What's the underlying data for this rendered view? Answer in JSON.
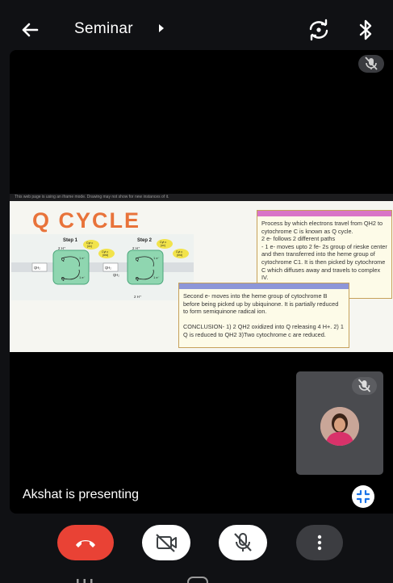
{
  "header": {
    "title": "Seminar",
    "icons": [
      "back-arrow-icon",
      "caret-right-icon",
      "switch-camera-icon",
      "bluetooth-icon"
    ]
  },
  "slide": {
    "browser_notice": "This web page is using an iframe mode. Drawing may not show for new instances of it.",
    "title": "Q CYCLE",
    "diagram": {
      "step1": "Step 1",
      "step2": "Step 2",
      "cyt_c_1": "Cyt c",
      "cyt_c_1b": "(ox)",
      "cyt_c_2": "Cyt c",
      "cyt_c_2b": "(red)",
      "cyt_c_3": "Cyt c",
      "cyt_c_3b": "(ox)",
      "cyt_c_4": "Cyt c",
      "cyt_c_4b": "(red)",
      "two_h_1": "2 H⁺",
      "two_h_2": "2 H⁺",
      "two_h_3": "2 H⁺",
      "qh2_1": "QH₂",
      "qh2_2": "QH₂",
      "qh2_3": "QH₂",
      "q_1": "Q",
      "q_2": "Q",
      "q_3": "Q",
      "q_4": "Q",
      "e_1": "1 e⁻",
      "e_2": "1 e⁻",
      "e_3": "1 e⁻",
      "e_4": "1 e⁻"
    },
    "note1": "Process by which electrons travel from QH2 to cytochrome C is known as Q cycle.\n2 e- follows 2 different paths\n- 1 e- moves upto 2 fe- 2s group of rieske center and then transferred into the heme group of cytochrome C1. It is then picked by cytochrome C which diffuses away and travels to complex IV.",
    "note2": "Second e- moves into the heme group of cytochrome B before being picked up by ubiquinone. It is partially reduced to form semiquinone radical ion.\n\nCONCLUSION- 1) 2 QH2 oxidized into Q releasing 4 H+. 2) 1 Q is reduced to QH2 3)Two cytochrome c are reduced."
  },
  "stage": {
    "presenting_label": "Akshat is presenting",
    "icons": [
      "mic-off-icon",
      "minimize-icon"
    ]
  },
  "controls": {
    "icons": [
      "end-call-icon",
      "camera-off-icon",
      "mic-off-icon",
      "more-vert-icon"
    ],
    "colors": {
      "end_call": "#e94235",
      "toggle_off": "#ffffff",
      "more": "#3c3d41"
    }
  },
  "colors": {
    "background": "#101114",
    "accent_orange": "#e8733a",
    "note1_bar": "#d975c7",
    "note2_bar": "#8d96d8"
  }
}
